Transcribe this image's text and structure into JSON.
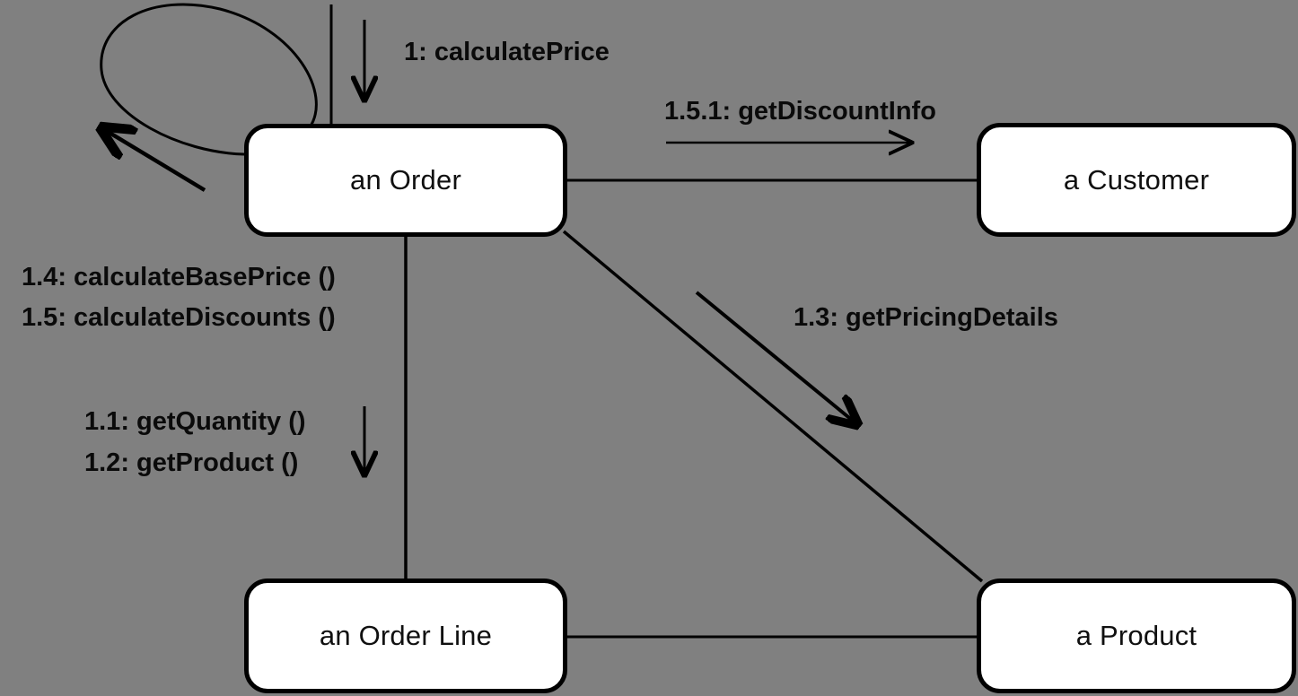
{
  "diagram": {
    "type": "uml-communication-diagram",
    "background_color": "#808080",
    "line_color": "#000000",
    "box_fill_color": "#ffffff",
    "objects": [
      {
        "id": "order",
        "label": "an Order"
      },
      {
        "id": "customer",
        "label": "a Customer"
      },
      {
        "id": "order_line",
        "label": "an Order Line"
      },
      {
        "id": "product",
        "label": "a Product"
      }
    ],
    "messages": [
      {
        "id": "m1",
        "sequence": "1",
        "name": "calculatePrice",
        "text": "1: calculatePrice",
        "from": "actor",
        "to": "order",
        "direction": "down"
      },
      {
        "id": "m1_4",
        "sequence": "1.4",
        "name": "calculateBasePrice ()",
        "text": "1.4: calculateBasePrice ()",
        "from": "order",
        "to": "order",
        "direction": "self-loop"
      },
      {
        "id": "m1_5",
        "sequence": "1.5",
        "name": "calculateDiscounts ()",
        "text": "1.5: calculateDiscounts ()",
        "from": "order",
        "to": "order",
        "direction": "self-loop"
      },
      {
        "id": "m1_1",
        "sequence": "1.1",
        "name": "getQuantity ()",
        "text": "1.1: getQuantity ()",
        "from": "order",
        "to": "order_line",
        "direction": "down"
      },
      {
        "id": "m1_2",
        "sequence": "1.2",
        "name": "getProduct ()",
        "text": "1.2: getProduct ()",
        "from": "order",
        "to": "order_line",
        "direction": "down"
      },
      {
        "id": "m1_3",
        "sequence": "1.3",
        "name": "getPricingDetails",
        "text": "1.3: getPricingDetails",
        "from": "order",
        "to": "product",
        "direction": "down-right"
      },
      {
        "id": "m1_5_1",
        "sequence": "1.5.1",
        "name": "getDiscountInfo",
        "text": "1.5.1: getDiscountInfo",
        "from": "order",
        "to": "customer",
        "direction": "right"
      }
    ],
    "links": [
      {
        "from": "order",
        "to": "customer"
      },
      {
        "from": "order",
        "to": "order_line"
      },
      {
        "from": "order",
        "to": "product"
      },
      {
        "from": "order_line",
        "to": "product"
      }
    ]
  }
}
